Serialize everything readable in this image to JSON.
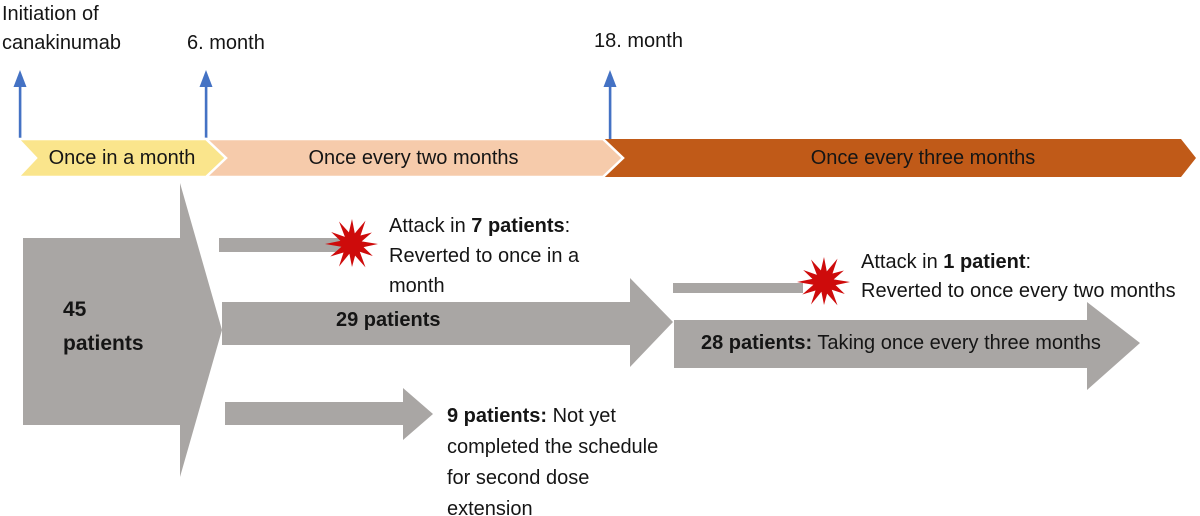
{
  "diagram": {
    "timeline": {
      "initiation_label": "Initiation of\ncanakinumab",
      "markers": [
        {
          "label": "6. month"
        },
        {
          "label": "18. month"
        }
      ],
      "phases": [
        {
          "label": "Once in a month",
          "color": "#FAE58C"
        },
        {
          "label": "Once every two months",
          "color": "#F6CBAB"
        },
        {
          "label": "Once every three months",
          "color": "#C05A18"
        }
      ]
    },
    "flows": {
      "start": {
        "label": "45\npatients"
      },
      "attack1": {
        "prefix": "Attack in ",
        "bold": "7 patients",
        "rest": ":\nReverted to once in a\nmonth"
      },
      "flow29": {
        "label": "29 patients"
      },
      "attack2": {
        "prefix": "Attack in ",
        "bold": "1 patient",
        "rest": ":\nReverted to once every two months"
      },
      "flow28": {
        "bold": "28 patients:",
        "rest": " Taking once every three months"
      },
      "flow9": {
        "bold": "9 patients:",
        "rest": " Not yet\ncompleted the schedule\nfor second dose\nextension"
      }
    },
    "colors": {
      "marker_blue": "#4472C4",
      "flow_gray": "#A9A6A4",
      "attack_red": "#CE0B0B"
    }
  }
}
